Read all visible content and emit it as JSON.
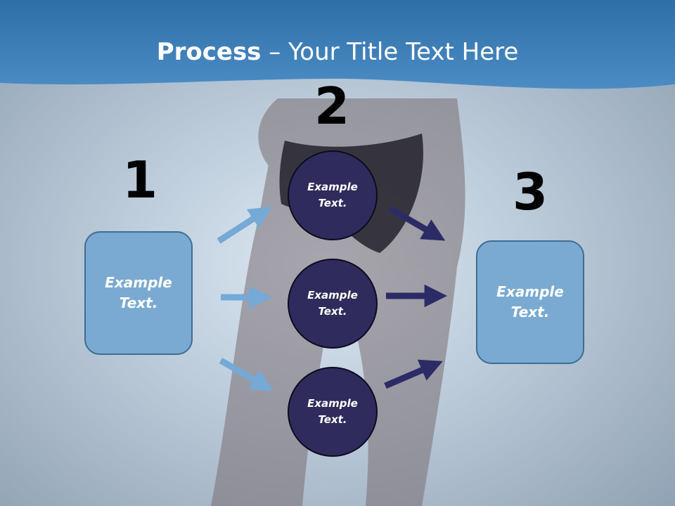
{
  "slide": {
    "title_bold": "Process",
    "title_rest": " – Your Title Text Here"
  },
  "steps": {
    "one": "1",
    "two": "2",
    "three": "3"
  },
  "left_box": "Example Text.",
  "right_box": "Example Text.",
  "circles": [
    "Example Text.",
    "Example Text.",
    "Example Text."
  ],
  "colors": {
    "header": "#3d7fb5",
    "box_fill": "#7aaad2",
    "circle_fill": "#2f2b5c",
    "arrow_light": "#75a9d6",
    "arrow_dark": "#2d2b66"
  }
}
